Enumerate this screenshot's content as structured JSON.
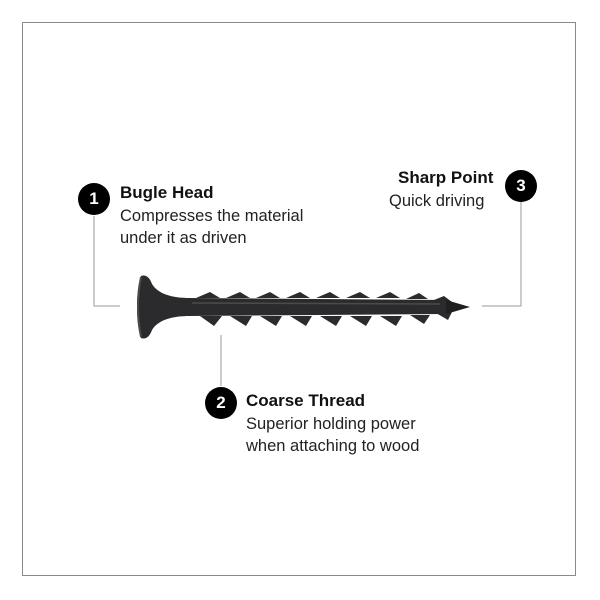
{
  "callouts": [
    {
      "number": "1",
      "title": "Bugle Head",
      "description_lines": [
        "Compresses the material",
        "under it as driven"
      ]
    },
    {
      "number": "2",
      "title": "Coarse Thread",
      "description_lines": [
        "Superior holding power",
        "when attaching to wood"
      ]
    },
    {
      "number": "3",
      "title": "Sharp Point",
      "description_lines": [
        "Quick driving"
      ]
    }
  ],
  "colors": {
    "screw": "#2b2b2d",
    "badge": "#000000",
    "leader_line": "#9a9a9a",
    "frame_border": "#8a8a8a"
  },
  "illustration": "drywall-screw"
}
